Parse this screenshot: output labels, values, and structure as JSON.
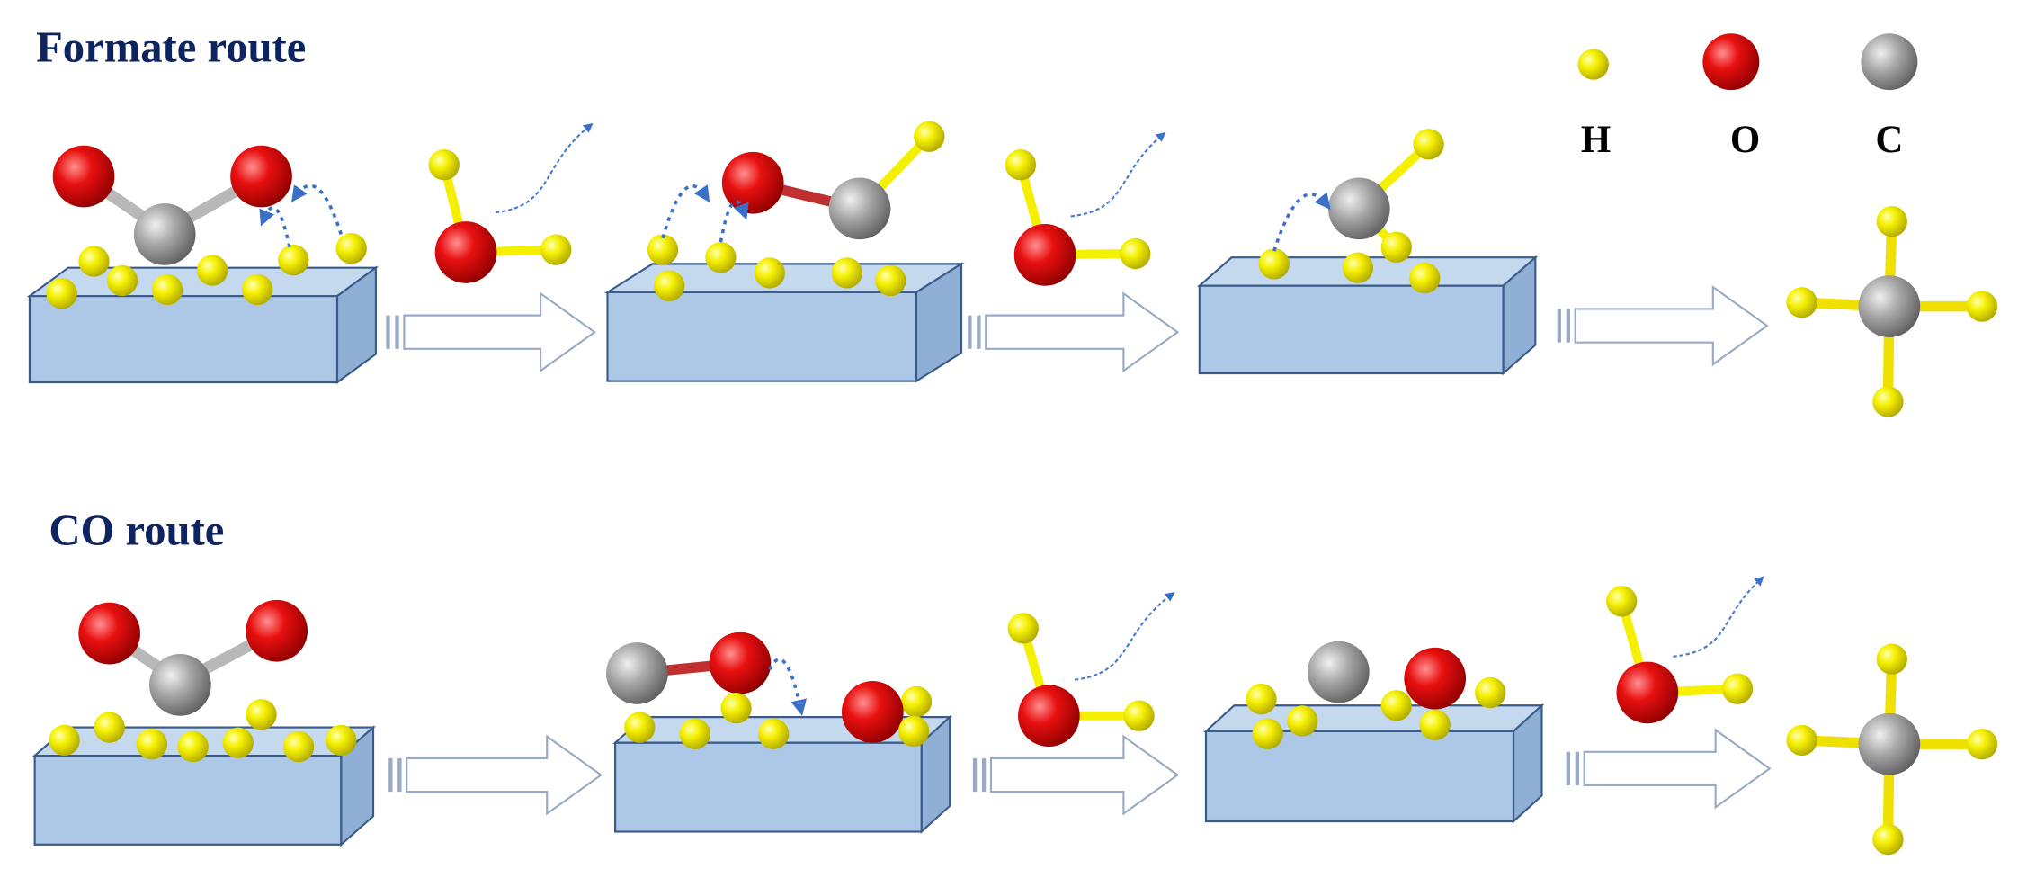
{
  "titles": {
    "formate": "Formate route",
    "co": "CO route"
  },
  "legend": [
    {
      "label": "H",
      "color": "#f5f000"
    },
    {
      "label": "O",
      "color": "#e81010"
    },
    {
      "label": "C",
      "color": "#a8a8a8"
    }
  ],
  "colors": {
    "surface": "#adc8e6",
    "surface_edge": "#3a5a8a",
    "arrow": "#3a70c8",
    "title": "#0d2461"
  }
}
